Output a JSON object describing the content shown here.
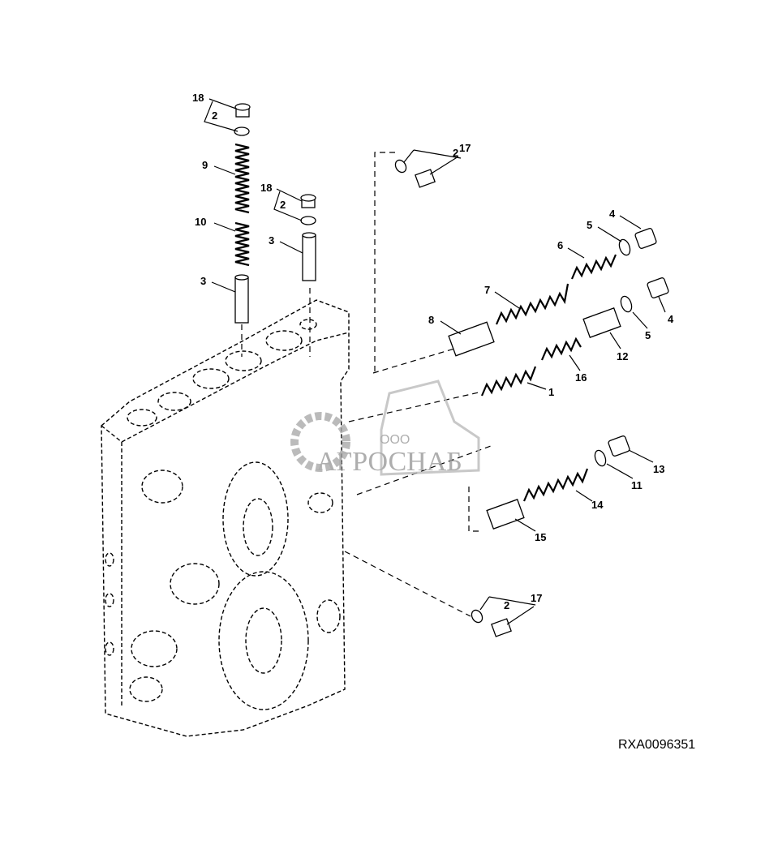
{
  "diagram": {
    "reference_code": "RXA0096351",
    "watermark": {
      "prefix": "ООО",
      "name": "АГРОСНАБ"
    },
    "callouts": {
      "left_plug": "18",
      "left_oring": "2",
      "left_spring_outer": "9",
      "left_spring_inner": "10",
      "left_valve": "3",
      "mid_plug": "18",
      "mid_oring": "2",
      "mid_valve": "3",
      "top_oring": "2",
      "top_plug": "17",
      "upper_plug": "4",
      "upper_oring": "5",
      "upper_spring_short": "6",
      "upper_spring_long": "7",
      "upper_spool": "8",
      "lower_plug": "4",
      "lower_oring": "5",
      "lower_spool": "12",
      "lower_spring_short": "16",
      "lower_spring_long": "1",
      "third_plug": "13",
      "third_oring": "11",
      "third_spring": "14",
      "third_spool": "15",
      "bottom_oring": "2",
      "bottom_plug": "17"
    }
  }
}
